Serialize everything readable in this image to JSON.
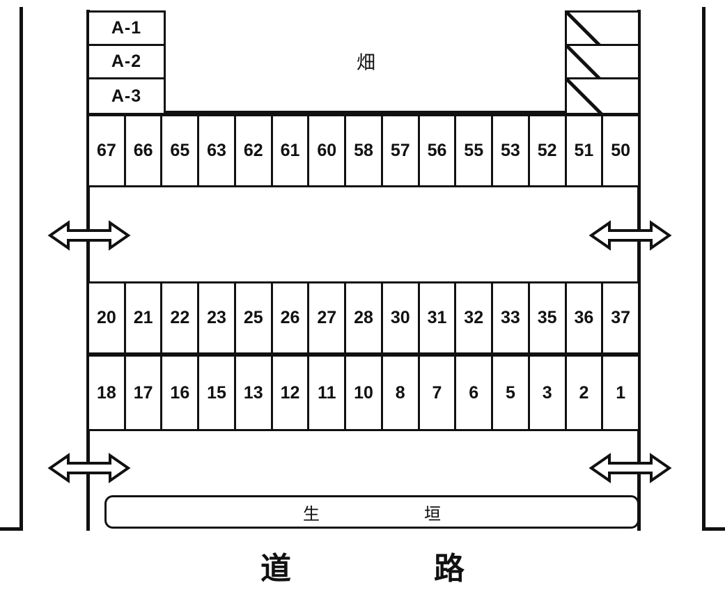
{
  "diagram": {
    "title": "parking-lot-layout",
    "line_color": "#111111",
    "background": "#ffffff"
  },
  "a_block": {
    "cells": [
      {
        "label": "A-1"
      },
      {
        "label": "A-2"
      },
      {
        "label": "A-3"
      }
    ]
  },
  "hatched_block": {
    "cell_count": 3,
    "style": "diagonal-slash",
    "cells": [
      {
        "label": ""
      },
      {
        "label": ""
      },
      {
        "label": ""
      }
    ]
  },
  "field": {
    "label": "畑"
  },
  "rows": [
    {
      "name": "row-top",
      "stalls": [
        "67",
        "66",
        "65",
        "63",
        "62",
        "61",
        "60",
        "58",
        "57",
        "56",
        "55",
        "53",
        "52",
        "51",
        "50"
      ]
    },
    {
      "name": "row-third",
      "stalls": [
        "20",
        "21",
        "22",
        "23",
        "25",
        "26",
        "27",
        "28",
        "30",
        "31",
        "32",
        "33",
        "35",
        "36",
        "37"
      ]
    },
    {
      "name": "row-bottom",
      "stalls": [
        "18",
        "17",
        "16",
        "15",
        "13",
        "12",
        "11",
        "10",
        "8",
        "7",
        "6",
        "5",
        "3",
        "2",
        "1"
      ]
    }
  ],
  "hedge": {
    "label_left": "生",
    "label_right": "垣"
  },
  "road": {
    "label_left": "道",
    "label_right": "路"
  },
  "arrows": {
    "count": 4,
    "style": "double-headed-hollow",
    "positions": [
      "upper-left-entrance",
      "upper-right-entrance",
      "lower-left-entrance",
      "lower-right-entrance"
    ]
  }
}
